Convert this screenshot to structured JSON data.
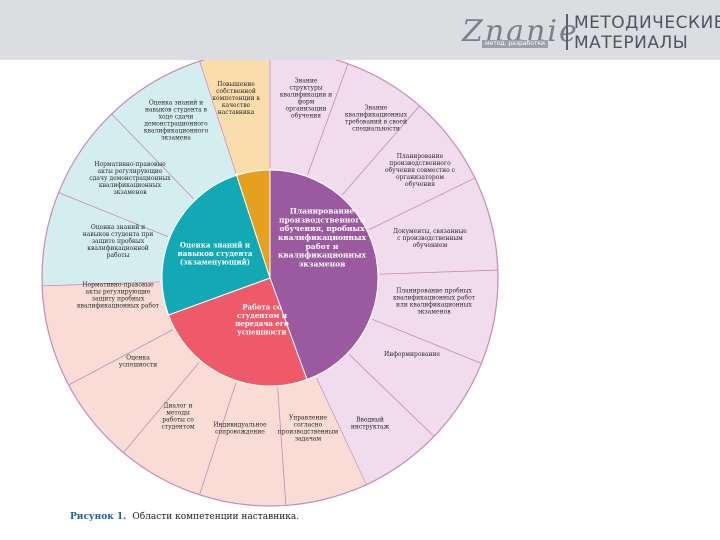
{
  "header": {
    "logo_script": "Znanie",
    "logo_tag": "метод. разработки",
    "title_line1": "МЕТОДИЧЕСКИЕ",
    "title_line2": "МАТЕРИАЛЫ"
  },
  "center_labels": {
    "planning": "Планирование производственного обучения, пробных квалификационных работ и квалификационных экзаменов",
    "assessment": "Оценка знаний и навыков студента (экзаменующий)",
    "work": "Работа со студентом и передача его успешности"
  },
  "outer_labels": {
    "own_competence": "Повышение собственной компетенции в качестве наставника",
    "structure_knowledge": "Знание структуры квалификации и форм организации обучения",
    "requirements_knowledge": "Знание квалификационных требований в своей специальности",
    "planning_with_org": "Планирование производственного обучения совместно с организатором обучения",
    "documents": "Документы, связанные с производственным обучением",
    "plan_trial_works": "Планирование пробных квалификационных работ или квалификационных экзаменов",
    "informing": "Информирование",
    "intro_instruction": "Вводный инструктаж",
    "management": "Управление согласно производственным задачам",
    "individual_support": "Индивидуальное сопровождение",
    "methods": "Диалог и методы работы со студентом",
    "success_assessment": "Оценка успешности",
    "regulatory_trial": "Нормативно-правовые акты регулирующие защиту пробных квалификационных работ",
    "assess_student_trial": "Оценка знаний и навыков студента при защите пробных квалификационной работы",
    "regulatory_demo": "Нормативно-правовые акты регулирующие сдачу демонстрационных квалификационных экзаменов",
    "assess_student_demo": "Оценка знаний и навыков студента в ходе сдачи демонстрационного квалификационного экзамена"
  },
  "caption": {
    "label": "Рисунок 1.",
    "text": "Области компетенции наставника."
  },
  "colors": {
    "planning": "#9b5aa0",
    "assessment": "#12a8b4",
    "work": "#ee5a6a",
    "own": "#e4a01f",
    "planning_light": "#f0dcec",
    "assessment_light": "#d4eef0",
    "work_light": "#f9dcd6",
    "own_light": "#fbdcac"
  }
}
